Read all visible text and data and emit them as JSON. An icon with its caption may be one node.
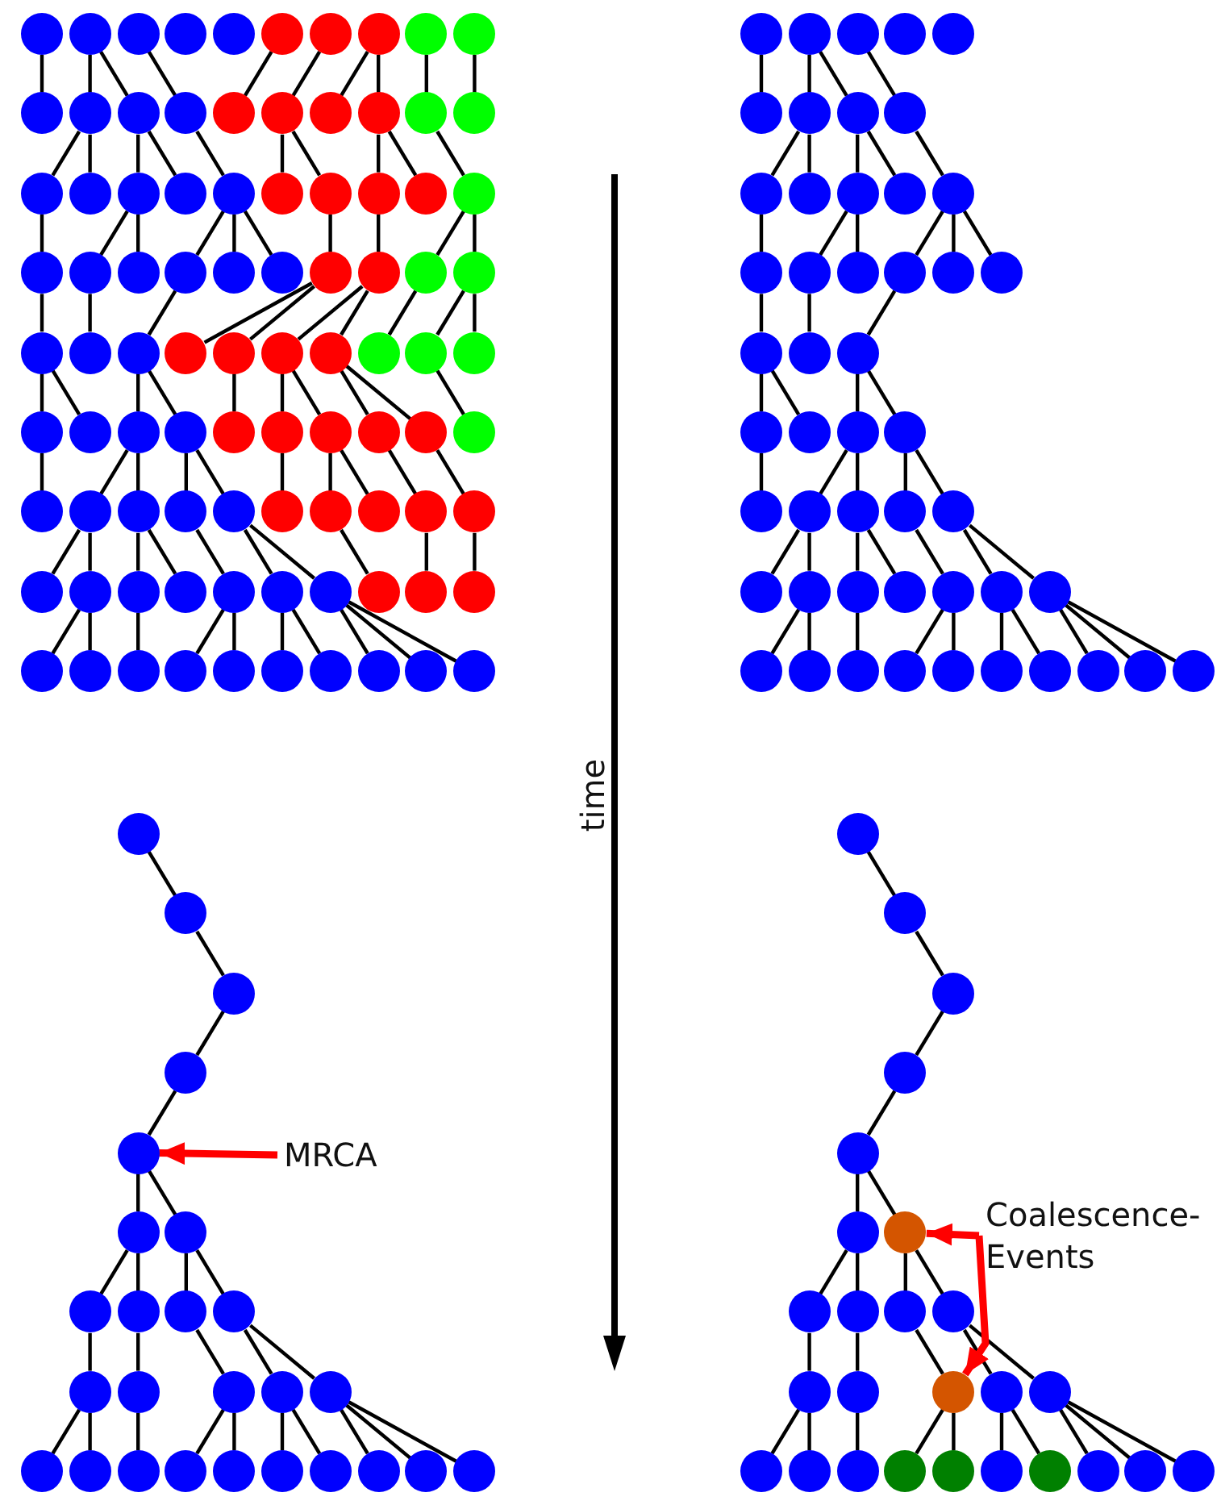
{
  "diagram": {
    "nodes": [
      {
        "text": [],
        "shape": "circle"
      },
      {
        "text": [],
        "shape": "circle"
      },
      {
        "text": [],
        "shape": "circle"
      },
      {
        "text": [],
        "shape": "circle"
      },
      {
        "text": [],
        "shape": "circle"
      },
      {
        "text": [],
        "shape": "circle"
      },
      {
        "text": [],
        "shape": "circle"
      },
      {
        "text": [],
        "shape": "circle"
      },
      {
        "text": [],
        "shape": "circle"
      },
      {
        "text": [],
        "shape": "circle"
      },
      {
        "text": [],
        "shape": "circle"
      },
      {
        "text": [],
        "shape": "circle"
      },
      {
        "text": [],
        "shape": "circle"
      },
      {
        "text": [],
        "shape": "circle"
      },
      {
        "text": [],
        "shape": "circle"
      },
      {
        "text": [],
        "shape": "circle"
      },
      {
        "text": [],
        "shape": "circle"
      },
      {
        "text": [],
        "shape": "circle"
      },
      {
        "text": [],
        "shape": "circle"
      },
      {
        "text": [],
        "shape": "circle"
      },
      {
        "text": [],
        "shape": "circle"
      },
      {
        "text": [],
        "shape": "circle"
      },
      {
        "text": [],
        "shape": "circle"
      },
      {
        "text": [],
        "shape": "circle"
      },
      {
        "text": [],
        "shape": "circle"
      },
      {
        "text": [],
        "shape": "circle"
      },
      {
        "text": [],
        "shape": "circle"
      },
      {
        "text": [],
        "shape": "circle"
      },
      {
        "text": [],
        "shape": "circle"
      },
      {
        "text": [],
        "shape": "circle"
      },
      {
        "text": [],
        "shape": "circle"
      },
      {
        "text": [],
        "shape": "circle"
      },
      {
        "text": [],
        "shape": "circle"
      },
      {
        "text": [],
        "shape": "circle"
      },
      {
        "text": [],
        "shape": "circle"
      },
      {
        "text": [],
        "shape": "circle"
      },
      {
        "text": [],
        "shape": "circle"
      },
      {
        "text": [],
        "shape": "circle"
      },
      {
        "text": [],
        "shape": "circle"
      },
      {
        "text": [],
        "shape": "circle"
      },
      {
        "text": [],
        "shape": "circle"
      },
      {
        "text": [],
        "shape": "circle"
      },
      {
        "text": [],
        "shape": "circle"
      },
      {
        "text": [],
        "shape": "circle"
      },
      {
        "text": [],
        "shape": "circle"
      },
      {
        "text": [],
        "shape": "circle"
      },
      {
        "text": [],
        "shape": "circle"
      },
      {
        "text": [],
        "shape": "circle"
      },
      {
        "text": [],
        "shape": "circle"
      },
      {
        "text": [],
        "shape": "circle"
      },
      {
        "text": [],
        "shape": "circle"
      },
      {
        "text": [],
        "shape": "circle"
      },
      {
        "text": [],
        "shape": "circle"
      },
      {
        "text": [],
        "shape": "circle"
      },
      {
        "text": [],
        "shape": "circle"
      },
      {
        "text": [],
        "shape": "circle"
      },
      {
        "text": [],
        "shape": "circle"
      },
      {
        "text": [],
        "shape": "circle"
      },
      {
        "text": [],
        "shape": "circle"
      },
      {
        "text": [],
        "shape": "circle"
      },
      {
        "text": [],
        "shape": "circle"
      },
      {
        "text": [],
        "shape": "circle"
      },
      {
        "text": [],
        "shape": "circle"
      },
      {
        "text": [],
        "shape": "circle"
      },
      {
        "text": [],
        "shape": "circle"
      },
      {
        "text": [],
        "shape": "circle"
      },
      {
        "text": [],
        "shape": "circle"
      },
      {
        "text": [],
        "shape": "circle"
      },
      {
        "text": [],
        "shape": "circle"
      },
      {
        "text": [],
        "shape": "circle"
      },
      {
        "text": [],
        "shape": "circle"
      },
      {
        "text": [],
        "shape": "circle"
      },
      {
        "text": [],
        "shape": "circle"
      },
      {
        "text": [],
        "shape": "circle"
      },
      {
        "text": [],
        "shape": "circle"
      },
      {
        "text": [],
        "shape": "circle"
      },
      {
        "text": [],
        "shape": "circle"
      },
      {
        "text": [],
        "shape": "circle"
      },
      {
        "text": [],
        "shape": "circle"
      },
      {
        "text": [],
        "shape": "circle"
      },
      {
        "text": [],
        "shape": "circle"
      },
      {
        "text": [],
        "shape": "circle"
      },
      {
        "text": [],
        "shape": "circle"
      },
      {
        "text": [],
        "shape": "circle"
      },
      {
        "text": [],
        "shape": "circle"
      },
      {
        "text": [],
        "shape": "circle"
      },
      {
        "text": [],
        "shape": "circle"
      },
      {
        "text": [],
        "shape": "circle"
      },
      {
        "text": [],
        "shape": "circle"
      },
      {
        "text": [],
        "shape": "circle"
      },
      {
        "text": [],
        "shape": "circle"
      },
      {
        "text": [],
        "shape": "circle"
      },
      {
        "text": [],
        "shape": "circle"
      },
      {
        "text": [],
        "shape": "circle"
      },
      {
        "text": [],
        "shape": "circle"
      },
      {
        "text": [],
        "shape": "circle"
      },
      {
        "text": [],
        "shape": "circle"
      },
      {
        "text": [],
        "shape": "circle"
      },
      {
        "text": [],
        "shape": "circle"
      },
      {
        "text": [],
        "shape": "circle"
      },
      {
        "text": [],
        "shape": "circle"
      },
      {
        "text": [],
        "shape": "circle"
      },
      {
        "text": [],
        "shape": "circle"
      },
      {
        "text": [],
        "shape": "circle"
      },
      {
        "text": [],
        "shape": "circle"
      },
      {
        "text": [],
        "shape": "circle"
      },
      {
        "text": [],
        "shape": "circle"
      },
      {
        "text": [],
        "shape": "circle"
      },
      {
        "text": [],
        "shape": "circle"
      },
      {
        "text": [],
        "shape": "circle"
      },
      {
        "text": [],
        "shape": "circle"
      },
      {
        "text": [],
        "shape": "circle"
      },
      {
        "text": [],
        "shape": "circle"
      },
      {
        "text": [],
        "shape": "circle"
      },
      {
        "text": [],
        "shape": "circle"
      },
      {
        "text": [],
        "shape": "circle"
      },
      {
        "text": [],
        "shape": "circle"
      },
      {
        "text": [],
        "shape": "circle"
      },
      {
        "text": [],
        "shape": "circle"
      },
      {
        "text": [],
        "shape": "circle"
      },
      {
        "text": [],
        "shape": "circle"
      },
      {
        "text": [],
        "shape": "circle"
      },
      {
        "text": [],
        "shape": "circle"
      },
      {
        "text": [],
        "shape": "circle"
      },
      {
        "text": [],
        "shape": "circle"
      },
      {
        "text": [],
        "shape": "circle"
      },
      {
        "text": [],
        "shape": "circle"
      },
      {
        "text": [],
        "shape": "circle"
      },
      {
        "text": [],
        "shape": "circle"
      },
      {
        "text": [],
        "shape": "circle"
      },
      {
        "text": [],
        "shape": "circle"
      },
      {
        "text": [],
        "shape": "circle"
      },
      {
        "text": [],
        "shape": "circle"
      },
      {
        "text": [],
        "shape": "circle"
      },
      {
        "text": [],
        "shape": "circle"
      },
      {
        "text": [],
        "shape": "circle"
      },
      {
        "text": [],
        "shape": "circle"
      },
      {
        "text": [],
        "shape": "circle"
      },
      {
        "text": [],
        "shape": "circle"
      },
      {
        "text": [],
        "shape": "circle"
      },
      {
        "text": [],
        "shape": "circle"
      },
      {
        "text": [],
        "shape": "circle"
      },
      {
        "text": [],
        "shape": "circle"
      },
      {
        "text": [],
        "shape": "circle"
      },
      {
        "text": [],
        "shape": "circle"
      },
      {
        "text": [],
        "shape": "circle"
      },
      {
        "text": [],
        "shape": "circle"
      },
      {
        "text": [],
        "shape": "circle"
      },
      {
        "text": [],
        "shape": "circle"
      },
      {
        "text": [],
        "shape": "circle"
      },
      {
        "text": [],
        "shape": "circle"
      },
      {
        "text": [],
        "shape": "circle"
      },
      {
        "text": [],
        "shape": "circle"
      },
      {
        "text": [],
        "shape": "circle"
      },
      {
        "text": [],
        "shape": "circle"
      },
      {
        "text": [],
        "shape": "circle"
      },
      {
        "text": [],
        "shape": "circle"
      },
      {
        "text": [],
        "shape": "circle"
      },
      {
        "text": [],
        "shape": "circle"
      },
      {
        "text": [],
        "shape": "circle"
      },
      {
        "text": [],
        "shape": "circle"
      },
      {
        "text": [],
        "shape": "circle"
      },
      {
        "text": [],
        "shape": "circle"
      },
      {
        "text": [],
        "shape": "circle"
      },
      {
        "text": [],
        "shape": "circle"
      },
      {
        "text": [
          "MRCA"
        ]
      },
      {
        "text": [],
        "shape": "circle"
      },
      {
        "text": [],
        "shape": "circle"
      },
      {
        "text": [],
        "shape": "circle"
      },
      {
        "text": [],
        "shape": "circle"
      },
      {
        "text": [],
        "shape": "circle"
      },
      {
        "text": [],
        "shape": "circle"
      },
      {
        "text": [],
        "shape": "circle"
      },
      {
        "text": [],
        "shape": "circle"
      },
      {
        "text": [],
        "shape": "circle"
      },
      {
        "text": [],
        "shape": "circle"
      },
      {
        "text": [],
        "shape": "circle"
      },
      {
        "text": [],
        "shape": "circle"
      },
      {
        "text": [],
        "shape": "circle"
      },
      {
        "text": [],
        "shape": "circle"
      },
      {
        "text": [],
        "shape": "circle"
      },
      {
        "text": [],
        "shape": "circle"
      },
      {
        "text": [],
        "shape": "circle"
      },
      {
        "text": [],
        "shape": "circle"
      },
      {
        "text": [],
        "shape": "circle"
      },
      {
        "text": [],
        "shape": "circle"
      },
      {
        "text": [],
        "shape": "circle"
      },
      {
        "text": [],
        "shape": "circle"
      },
      {
        "text": [],
        "shape": "circle"
      },
      {
        "text": [],
        "shape": "circle"
      },
      {
        "text": [],
        "shape": "circle"
      },
      {
        "text": [],
        "shape": "circle"
      },
      {
        "text": [
          "Coalescence- Events"
        ]
      }
    ],
    "edges": [
      {
        "from": 0,
        "to": 10,
        "arrow": "none"
      },
      {
        "from": 1,
        "to": 11,
        "arrow": "none"
      },
      {
        "from": 1,
        "to": 12,
        "arrow": "none"
      },
      {
        "from": 2,
        "to": 13,
        "arrow": "none"
      },
      {
        "from": 5,
        "to": 14,
        "arrow": "none"
      },
      {
        "from": 6,
        "to": 15,
        "arrow": "none"
      },
      {
        "from": 7,
        "to": 16,
        "arrow": "none"
      },
      {
        "from": 7,
        "to": 17,
        "arrow": "none"
      },
      {
        "from": 8,
        "to": 18,
        "arrow": "none"
      },
      {
        "from": 9,
        "to": 19,
        "arrow": "none"
      },
      {
        "from": 11,
        "to": 20,
        "arrow": "none"
      },
      {
        "from": 11,
        "to": 21,
        "arrow": "none"
      },
      {
        "from": 12,
        "to": 22,
        "arrow": "none"
      },
      {
        "from": 12,
        "to": 23,
        "arrow": "none"
      },
      {
        "from": 13,
        "to": 24,
        "arrow": "none"
      },
      {
        "from": 15,
        "to": 25,
        "arrow": "none"
      },
      {
        "from": 15,
        "to": 26,
        "arrow": "none"
      },
      {
        "from": 17,
        "to": 27,
        "arrow": "none"
      },
      {
        "from": 17,
        "to": 28,
        "arrow": "none"
      },
      {
        "from": 18,
        "to": 29,
        "arrow": "none"
      },
      {
        "from": 20,
        "to": 30,
        "arrow": "none"
      },
      {
        "from": 22,
        "to": 31,
        "arrow": "none"
      },
      {
        "from": 22,
        "to": 32,
        "arrow": "none"
      },
      {
        "from": 24,
        "to": 33,
        "arrow": "none"
      },
      {
        "from": 24,
        "to": 34,
        "arrow": "none"
      },
      {
        "from": 24,
        "to": 35,
        "arrow": "none"
      },
      {
        "from": 26,
        "to": 36,
        "arrow": "none"
      },
      {
        "from": 27,
        "to": 37,
        "arrow": "none"
      },
      {
        "from": 29,
        "to": 38,
        "arrow": "none"
      },
      {
        "from": 29,
        "to": 39,
        "arrow": "none"
      },
      {
        "from": 30,
        "to": 40,
        "arrow": "none"
      },
      {
        "from": 31,
        "to": 41,
        "arrow": "none"
      },
      {
        "from": 33,
        "to": 42,
        "arrow": "none"
      },
      {
        "from": 36,
        "to": 43,
        "arrow": "none"
      },
      {
        "from": 36,
        "to": 44,
        "arrow": "none"
      },
      {
        "from": 37,
        "to": 45,
        "arrow": "none"
      },
      {
        "from": 37,
        "to": 46,
        "arrow": "none"
      },
      {
        "from": 38,
        "to": 47,
        "arrow": "none"
      },
      {
        "from": 39,
        "to": 48,
        "arrow": "none"
      },
      {
        "from": 39,
        "to": 49,
        "arrow": "none"
      },
      {
        "from": 40,
        "to": 50,
        "arrow": "none"
      },
      {
        "from": 40,
        "to": 51,
        "arrow": "none"
      },
      {
        "from": 42,
        "to": 52,
        "arrow": "none"
      },
      {
        "from": 42,
        "to": 53,
        "arrow": "none"
      },
      {
        "from": 44,
        "to": 54,
        "arrow": "none"
      },
      {
        "from": 45,
        "to": 55,
        "arrow": "none"
      },
      {
        "from": 45,
        "to": 56,
        "arrow": "none"
      },
      {
        "from": 46,
        "to": 57,
        "arrow": "none"
      },
      {
        "from": 46,
        "to": 58,
        "arrow": "none"
      },
      {
        "from": 48,
        "to": 59,
        "arrow": "none"
      },
      {
        "from": 50,
        "to": 60,
        "arrow": "none"
      },
      {
        "from": 52,
        "to": 61,
        "arrow": "none"
      },
      {
        "from": 52,
        "to": 62,
        "arrow": "none"
      },
      {
        "from": 53,
        "to": 63,
        "arrow": "none"
      },
      {
        "from": 53,
        "to": 64,
        "arrow": "none"
      },
      {
        "from": 55,
        "to": 65,
        "arrow": "none"
      },
      {
        "from": 56,
        "to": 66,
        "arrow": "none"
      },
      {
        "from": 56,
        "to": 67,
        "arrow": "none"
      },
      {
        "from": 57,
        "to": 68,
        "arrow": "none"
      },
      {
        "from": 58,
        "to": 69,
        "arrow": "none"
      },
      {
        "from": 61,
        "to": 70,
        "arrow": "none"
      },
      {
        "from": 61,
        "to": 71,
        "arrow": "none"
      },
      {
        "from": 62,
        "to": 72,
        "arrow": "none"
      },
      {
        "from": 62,
        "to": 73,
        "arrow": "none"
      },
      {
        "from": 63,
        "to": 74,
        "arrow": "none"
      },
      {
        "from": 64,
        "to": 75,
        "arrow": "none"
      },
      {
        "from": 64,
        "to": 76,
        "arrow": "none"
      },
      {
        "from": 66,
        "to": 77,
        "arrow": "none"
      },
      {
        "from": 68,
        "to": 78,
        "arrow": "none"
      },
      {
        "from": 69,
        "to": 79,
        "arrow": "none"
      },
      {
        "from": 71,
        "to": 80,
        "arrow": "none"
      },
      {
        "from": 71,
        "to": 81,
        "arrow": "none"
      },
      {
        "from": 72,
        "to": 82,
        "arrow": "none"
      },
      {
        "from": 74,
        "to": 83,
        "arrow": "none"
      },
      {
        "from": 74,
        "to": 84,
        "arrow": "none"
      },
      {
        "from": 75,
        "to": 85,
        "arrow": "none"
      },
      {
        "from": 75,
        "to": 86,
        "arrow": "none"
      },
      {
        "from": 76,
        "to": 87,
        "arrow": "none"
      },
      {
        "from": 76,
        "to": 88,
        "arrow": "none"
      },
      {
        "from": 76,
        "to": 89,
        "arrow": "none"
      },
      {
        "from": 90,
        "to": 95,
        "arrow": "none"
      },
      {
        "from": 91,
        "to": 96,
        "arrow": "none"
      },
      {
        "from": 91,
        "to": 97,
        "arrow": "none"
      },
      {
        "from": 92,
        "to": 98,
        "arrow": "none"
      },
      {
        "from": 96,
        "to": 99,
        "arrow": "none"
      },
      {
        "from": 96,
        "to": 100,
        "arrow": "none"
      },
      {
        "from": 97,
        "to": 101,
        "arrow": "none"
      },
      {
        "from": 97,
        "to": 102,
        "arrow": "none"
      },
      {
        "from": 98,
        "to": 103,
        "arrow": "none"
      },
      {
        "from": 99,
        "to": 104,
        "arrow": "none"
      },
      {
        "from": 101,
        "to": 105,
        "arrow": "none"
      },
      {
        "from": 101,
        "to": 106,
        "arrow": "none"
      },
      {
        "from": 103,
        "to": 107,
        "arrow": "none"
      },
      {
        "from": 103,
        "to": 108,
        "arrow": "none"
      },
      {
        "from": 103,
        "to": 109,
        "arrow": "none"
      },
      {
        "from": 104,
        "to": 110,
        "arrow": "none"
      },
      {
        "from": 105,
        "to": 111,
        "arrow": "none"
      },
      {
        "from": 107,
        "to": 112,
        "arrow": "none"
      },
      {
        "from": 110,
        "to": 113,
        "arrow": "none"
      },
      {
        "from": 110,
        "to": 114,
        "arrow": "none"
      },
      {
        "from": 112,
        "to": 115,
        "arrow": "none"
      },
      {
        "from": 112,
        "to": 116,
        "arrow": "none"
      },
      {
        "from": 113,
        "to": 117,
        "arrow": "none"
      },
      {
        "from": 115,
        "to": 118,
        "arrow": "none"
      },
      {
        "from": 115,
        "to": 119,
        "arrow": "none"
      },
      {
        "from": 116,
        "to": 120,
        "arrow": "none"
      },
      {
        "from": 116,
        "to": 121,
        "arrow": "none"
      },
      {
        "from": 118,
        "to": 122,
        "arrow": "none"
      },
      {
        "from": 118,
        "to": 123,
        "arrow": "none"
      },
      {
        "from": 119,
        "to": 124,
        "arrow": "none"
      },
      {
        "from": 119,
        "to": 125,
        "arrow": "none"
      },
      {
        "from": 120,
        "to": 126,
        "arrow": "none"
      },
      {
        "from": 121,
        "to": 127,
        "arrow": "none"
      },
      {
        "from": 121,
        "to": 128,
        "arrow": "none"
      },
      {
        "from": 123,
        "to": 129,
        "arrow": "none"
      },
      {
        "from": 123,
        "to": 130,
        "arrow": "none"
      },
      {
        "from": 124,
        "to": 131,
        "arrow": "none"
      },
      {
        "from": 126,
        "to": 132,
        "arrow": "none"
      },
      {
        "from": 126,
        "to": 133,
        "arrow": "none"
      },
      {
        "from": 127,
        "to": 134,
        "arrow": "none"
      },
      {
        "from": 127,
        "to": 135,
        "arrow": "none"
      },
      {
        "from": 128,
        "to": 136,
        "arrow": "none"
      },
      {
        "from": 128,
        "to": 137,
        "arrow": "none"
      },
      {
        "from": 128,
        "to": 138,
        "arrow": "none"
      },
      {
        "from": 139,
        "to": 140,
        "arrow": "none"
      },
      {
        "from": 140,
        "to": 141,
        "arrow": "none"
      },
      {
        "from": 141,
        "to": 142,
        "arrow": "none"
      },
      {
        "from": 142,
        "to": 143,
        "arrow": "none"
      },
      {
        "from": 143,
        "to": 144,
        "arrow": "none"
      },
      {
        "from": 143,
        "to": 145,
        "arrow": "none"
      },
      {
        "from": 144,
        "to": 146,
        "arrow": "none"
      },
      {
        "from": 144,
        "to": 147,
        "arrow": "none"
      },
      {
        "from": 145,
        "to": 148,
        "arrow": "none"
      },
      {
        "from": 145,
        "to": 149,
        "arrow": "none"
      },
      {
        "from": 146,
        "to": 150,
        "arrow": "none"
      },
      {
        "from": 147,
        "to": 151,
        "arrow": "none"
      },
      {
        "from": 148,
        "to": 152,
        "arrow": "none"
      },
      {
        "from": 149,
        "to": 153,
        "arrow": "none"
      },
      {
        "from": 149,
        "to": 154,
        "arrow": "none"
      },
      {
        "from": 150,
        "to": 155,
        "arrow": "none"
      },
      {
        "from": 150,
        "to": 156,
        "arrow": "none"
      },
      {
        "from": 151,
        "to": 157,
        "arrow": "none"
      },
      {
        "from": 152,
        "to": 158,
        "arrow": "none"
      },
      {
        "from": 152,
        "to": 159,
        "arrow": "none"
      },
      {
        "from": 153,
        "to": 160,
        "arrow": "none"
      },
      {
        "from": 153,
        "to": 161,
        "arrow": "none"
      },
      {
        "from": 154,
        "to": 162,
        "arrow": "none"
      },
      {
        "from": 154,
        "to": 163,
        "arrow": "none"
      },
      {
        "from": 154,
        "to": 164,
        "arrow": "none"
      },
      {
        "from": 165,
        "to": 143,
        "arrow": "to",
        "style": "thick",
        "color": "#ff0000"
      },
      {
        "from": 166,
        "to": 167,
        "arrow": "none"
      },
      {
        "from": 167,
        "to": 168,
        "arrow": "none"
      },
      {
        "from": 168,
        "to": 169,
        "arrow": "none"
      },
      {
        "from": 169,
        "to": 170,
        "arrow": "none"
      },
      {
        "from": 170,
        "to": 171,
        "arrow": "none"
      },
      {
        "from": 170,
        "to": 172,
        "arrow": "none"
      },
      {
        "from": 171,
        "to": 173,
        "arrow": "none"
      },
      {
        "from": 171,
        "to": 174,
        "arrow": "none"
      },
      {
        "from": 172,
        "to": 175,
        "arrow": "none"
      },
      {
        "from": 172,
        "to": 176,
        "arrow": "none"
      },
      {
        "from": 173,
        "to": 177,
        "arrow": "none"
      },
      {
        "from": 174,
        "to": 178,
        "arrow": "none"
      },
      {
        "from": 175,
        "to": 179,
        "arrow": "none"
      },
      {
        "from": 176,
        "to": 180,
        "arrow": "none"
      },
      {
        "from": 176,
        "to": 181,
        "arrow": "none"
      },
      {
        "from": 177,
        "to": 182,
        "arrow": "none"
      },
      {
        "from": 177,
        "to": 183,
        "arrow": "none"
      },
      {
        "from": 178,
        "to": 184,
        "arrow": "none"
      },
      {
        "from": 179,
        "to": 185,
        "arrow": "none"
      },
      {
        "from": 179,
        "to": 186,
        "arrow": "none"
      },
      {
        "from": 180,
        "to": 187,
        "arrow": "none"
      },
      {
        "from": 180,
        "to": 188,
        "arrow": "none"
      },
      {
        "from": 181,
        "to": 189,
        "arrow": "none"
      },
      {
        "from": 181,
        "to": 190,
        "arrow": "none"
      },
      {
        "from": 181,
        "to": 191,
        "arrow": "none"
      },
      {
        "from": 192,
        "to": 172,
        "arrow": "to",
        "style": "thick",
        "color": "#ff0000"
      },
      {
        "from": 192,
        "to": 179,
        "arrow": "to",
        "style": "thick",
        "color": "#ff0000"
      }
    ],
    "labels": [
      "time"
    ]
  }
}
